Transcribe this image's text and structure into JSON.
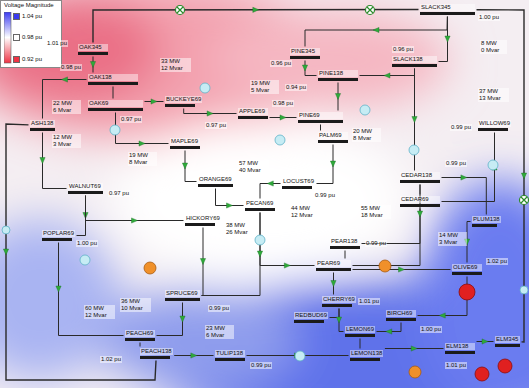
{
  "diagram": {
    "nodes": [
      {
        "text": [
          "SLACK345"
        ]
      },
      {
        "text": [
          "OAK345"
        ]
      },
      {
        "text": [
          "PINE345"
        ]
      },
      {
        "text": [
          "PINE138"
        ]
      },
      {
        "text": [
          "SLACK138"
        ]
      },
      {
        "text": [
          "OAK138"
        ]
      },
      {
        "text": [
          "OAK69"
        ]
      },
      {
        "text": [
          "BUCKEYE69"
        ]
      },
      {
        "text": [
          "APPLE69"
        ]
      },
      {
        "text": [
          "PINE69"
        ]
      },
      {
        "text": [
          "ASH138"
        ]
      },
      {
        "text": [
          "MAPLE69"
        ]
      },
      {
        "text": [
          "PALM69"
        ]
      },
      {
        "text": [
          "WILLOW69"
        ]
      },
      {
        "text": [
          "WALNUT69"
        ]
      },
      {
        "text": [
          "ORANGE69"
        ]
      },
      {
        "text": [
          "LOCUST69"
        ]
      },
      {
        "text": [
          "CEDAR138"
        ]
      },
      {
        "text": [
          "CEDAR69"
        ]
      },
      {
        "text": [
          "HICKORY69"
        ]
      },
      {
        "text": [
          "PECAN69"
        ]
      },
      {
        "text": [
          "PLUM138"
        ]
      },
      {
        "text": [
          "POPLAR69"
        ]
      },
      {
        "text": [
          "PEAR138"
        ]
      },
      {
        "text": [
          "PEAR69"
        ]
      },
      {
        "text": [
          "OLIVE69"
        ]
      },
      {
        "text": [
          "SPRUCE69"
        ]
      },
      {
        "text": [
          "CHERRY69"
        ]
      },
      {
        "text": [
          "REDBUD69"
        ]
      },
      {
        "text": [
          "BIRCH69"
        ]
      },
      {
        "text": [
          "PEACH69"
        ]
      },
      {
        "text": [
          "LEMON69"
        ]
      },
      {
        "text": [
          "PEACH138"
        ]
      },
      {
        "text": [
          "TULIP138"
        ]
      },
      {
        "text": [
          "LEMON138"
        ]
      },
      {
        "text": [
          "ELM138"
        ]
      },
      {
        "text": [
          "ELM345"
        ]
      }
    ],
    "edges": [
      {
        "from": 1,
        "to": 0,
        "arrow": "none"
      },
      {
        "from": 0,
        "to": 4,
        "arrow": "none"
      },
      {
        "from": 0,
        "to": 2,
        "arrow": "none"
      },
      {
        "from": 2,
        "to": 3,
        "arrow": "none"
      },
      {
        "from": 4,
        "to": 3,
        "arrow": "none"
      },
      {
        "from": 1,
        "to": 5,
        "arrow": "none"
      },
      {
        "from": 5,
        "to": 6,
        "arrow": "none"
      },
      {
        "from": 5,
        "to": 10,
        "arrow": "none"
      },
      {
        "from": 6,
        "to": 7,
        "arrow": "none"
      },
      {
        "from": 7,
        "to": 8,
        "arrow": "none"
      },
      {
        "from": 8,
        "to": 9,
        "arrow": "none"
      },
      {
        "from": 3,
        "to": 9,
        "arrow": "none"
      },
      {
        "from": 9,
        "to": 12,
        "arrow": "none"
      },
      {
        "from": 6,
        "to": 11,
        "arrow": "none"
      },
      {
        "from": 11,
        "to": 15,
        "arrow": "none"
      },
      {
        "from": 10,
        "to": 14,
        "arrow": "none"
      },
      {
        "from": 14,
        "to": 22,
        "arrow": "none"
      },
      {
        "from": 14,
        "to": 19,
        "arrow": "none"
      },
      {
        "from": 15,
        "to": 20,
        "arrow": "none"
      },
      {
        "from": 12,
        "to": 16,
        "arrow": "none"
      },
      {
        "from": 16,
        "to": 20,
        "arrow": "none"
      },
      {
        "from": 4,
        "to": 17,
        "arrow": "none"
      },
      {
        "from": 17,
        "to": 18,
        "arrow": "none"
      },
      {
        "from": 18,
        "to": 13,
        "arrow": "none"
      },
      {
        "from": 17,
        "to": 21,
        "arrow": "none"
      },
      {
        "from": 18,
        "to": 24,
        "arrow": "none"
      },
      {
        "from": 23,
        "to": 24,
        "arrow": "none"
      },
      {
        "from": 17,
        "to": 23,
        "arrow": "none"
      },
      {
        "from": 20,
        "to": 24,
        "arrow": "none"
      },
      {
        "from": 19,
        "to": 26,
        "arrow": "none"
      },
      {
        "from": 20,
        "to": 26,
        "arrow": "none"
      },
      {
        "from": 24,
        "to": 27,
        "arrow": "none"
      },
      {
        "from": 24,
        "to": 25,
        "arrow": "none"
      },
      {
        "from": 27,
        "to": 28,
        "arrow": "none"
      },
      {
        "from": 27,
        "to": 31,
        "arrow": "none"
      },
      {
        "from": 29,
        "to": 31,
        "arrow": "none"
      },
      {
        "from": 25,
        "to": 29,
        "arrow": "none"
      },
      {
        "from": 31,
        "to": 34,
        "arrow": "none"
      },
      {
        "from": 30,
        "to": 32,
        "arrow": "none"
      },
      {
        "from": 26,
        "to": 30,
        "arrow": "none"
      },
      {
        "from": 22,
        "to": 30,
        "arrow": "none"
      },
      {
        "from": 32,
        "to": 33,
        "arrow": "none"
      },
      {
        "from": 33,
        "to": 34,
        "arrow": "none"
      },
      {
        "from": 34,
        "to": 35,
        "arrow": "none"
      },
      {
        "from": 35,
        "to": 36,
        "arrow": "none"
      },
      {
        "from": 0,
        "to": 36,
        "arrow": "none"
      },
      {
        "from": 10,
        "to": 32,
        "arrow": "none"
      },
      {
        "from": 21,
        "to": 25,
        "arrow": "none"
      }
    ],
    "labels": [
      "Voltage Magnitude",
      "1.01 pu",
      "0.96 pu",
      "0.94 pu",
      "0.96 pu",
      "1.00 pu",
      "8 MW 0 Mvar",
      "0.98 pu",
      "22 MW 6 Mvar",
      "33 MW 12 Mvar",
      "0.97 pu",
      "0.97 pu",
      "19 MW 5 Mvar",
      "0.98 pu",
      "20 MW 8 Mvar",
      "37 MW 13 Mvar",
      "0.99 pu",
      "12 MW 3 Mvar",
      "19 MW 8 Mvar",
      "57 MW 40 Mvar",
      "0.99 pu",
      "0.97 pu",
      "55 MW 18 Mvar",
      "44 MW 12 Mvar",
      "0.99 pu",
      "38 MW 26 Mvar",
      "14 MW 3 Mvar",
      "0.99 pu",
      "1.00 pu",
      "36 MW 10 Mvar",
      "60 MW 12 Mvar",
      "0.99 pu",
      "23 MW 6 Mvar",
      "1.01 pu",
      "1.02 pu",
      "1.00 pu",
      "1.02 pu",
      "0.99 pu",
      "1.01 pu"
    ],
    "legend": [
      {
        "text": "1.04 pu",
        "color": "#3b3bf0"
      },
      {
        "text": "0.98 pu",
        "color": "#ffffff"
      },
      {
        "text": "0.92 pu",
        "color": "#ee3344"
      }
    ]
  }
}
